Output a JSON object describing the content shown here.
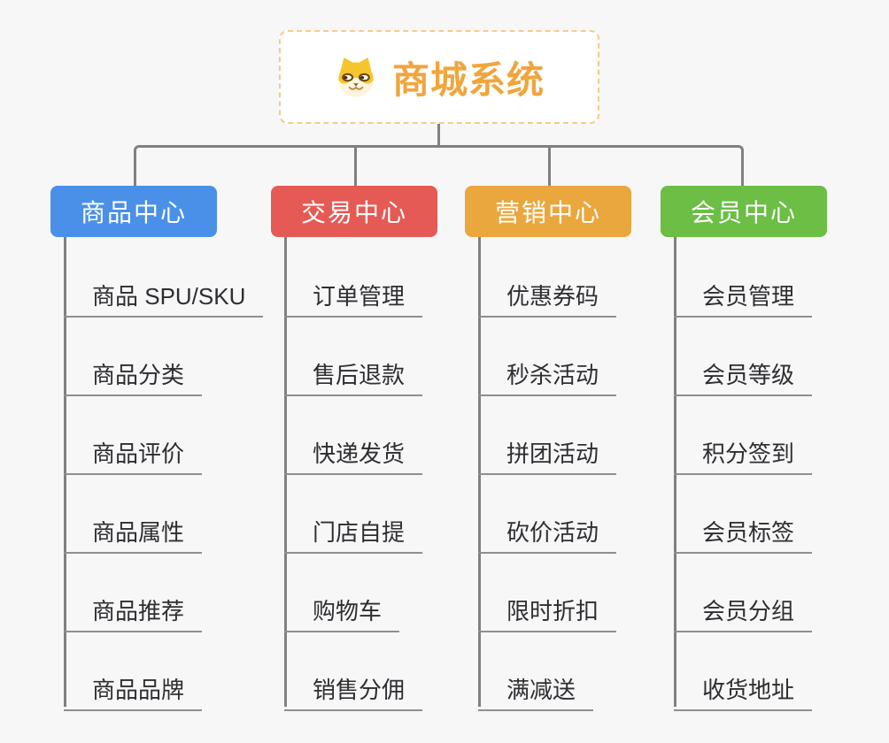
{
  "page": {
    "background_color": "#F7F7F7",
    "connector_color": "#808080"
  },
  "root": {
    "title": "商城系统",
    "accent_color": "#F0A53D",
    "border_color": "#F5CB87",
    "icon": "dog-face-icon"
  },
  "branches": [
    {
      "label": "商品中心",
      "color": "#4A90E8",
      "items": [
        "商品 SPU/SKU",
        "商品分类",
        "商品评价",
        "商品属性",
        "商品推荐",
        "商品品牌"
      ]
    },
    {
      "label": "交易中心",
      "color": "#E55A55",
      "items": [
        "订单管理",
        "售后退款",
        "快递发货",
        "门店自提",
        "购物车",
        "销售分佣"
      ]
    },
    {
      "label": "营销中心",
      "color": "#EAA73E",
      "items": [
        "优惠券码",
        "秒杀活动",
        "拼团活动",
        "砍价活动",
        "限时折扣",
        "满减送"
      ]
    },
    {
      "label": "会员中心",
      "color": "#6CBE45",
      "items": [
        "会员管理",
        "会员等级",
        "积分签到",
        "会员标签",
        "会员分组",
        "收货地址"
      ]
    }
  ]
}
